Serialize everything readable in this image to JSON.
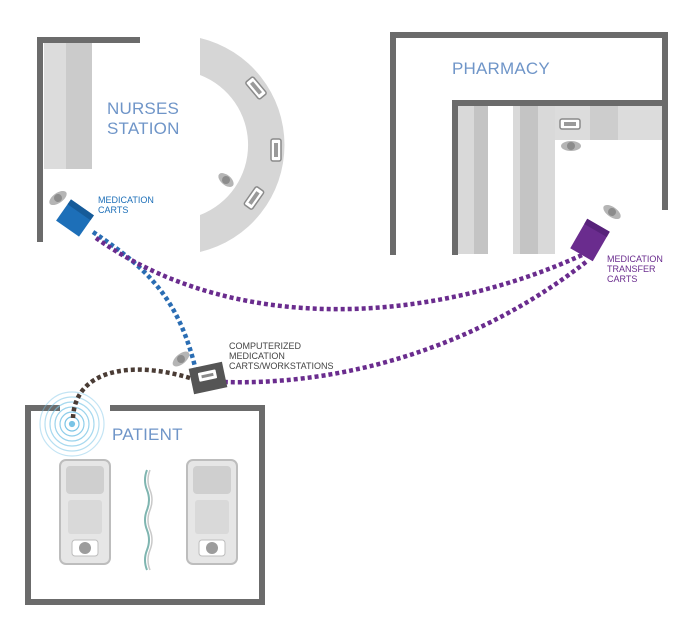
{
  "labels": {
    "nurses_station": "NURSES\nSTATION",
    "pharmacy": "PHARMACY",
    "patient": "PATIENT",
    "medication_carts": "MEDICATION\nCARTS",
    "medication_transfer_carts": "MEDICATION\nTRANSFER\nCARTS",
    "computerized_carts": "COMPUTERIZED\nMEDICATION\nCARTS/WORKSTATIONS"
  },
  "colors": {
    "wall": "#6b6b6b",
    "counter": "#d9d9d9",
    "counter_dark": "#c4c4c4",
    "medication_cart": "#1d6fb8",
    "transfer_cart": "#6a2c8e",
    "workstation": "#555555",
    "path_blue": "#2a6db3",
    "path_purple": "#6a2c8e",
    "path_brown": "#4a3c35",
    "signal": "#7ac4e6",
    "title_text": "#6f95c8"
  }
}
